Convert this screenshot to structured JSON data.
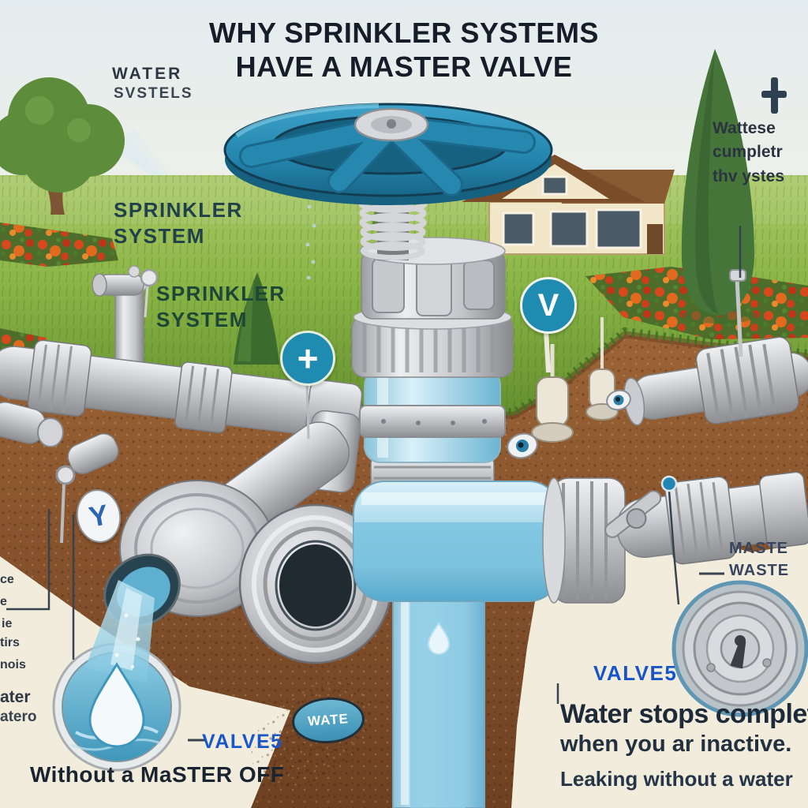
{
  "labels": {
    "title": {
      "line1": "WHY SPRINKLER SYSTEMS",
      "line2": "HAVE A MASTER VALVE"
    },
    "water_systems": {
      "line1": "WATER",
      "line2": "SVSTELS"
    },
    "sprinkler_system_upper": {
      "line1": "SPRINKLER",
      "line2": "SYSTEM"
    },
    "sprinkler_system_lower": {
      "line1": "SPRINKLER",
      "line2": "SYSTEM"
    },
    "right_top_note": {
      "line1": "Wattese",
      "line2": "cumpletr",
      "line3": "thv ystes"
    },
    "master_waste": {
      "line1": "MASTE",
      "line2": "WASTE"
    },
    "valves_right": "VALVE5",
    "valves_left": "VALVE5",
    "wate_badge": "WATE",
    "bottom_right_note": {
      "line1": "Water stops complet",
      "line2": "when you ar inactive.",
      "line3": "Leaking without a water"
    },
    "bottom_left_note": "Without a MaSTER OFF",
    "left_edge_fragments": [
      "ce",
      "e",
      "ie",
      "tirs",
      "nois"
    ],
    "bottom_left_fragments": [
      "ater",
      "atero"
    ]
  },
  "icons": {
    "plus_marker": "+",
    "valve_marker": "V",
    "y_badge": "Y",
    "cross_pin": "+",
    "water_drop": "water-drop-in-circle",
    "valve_cap": "round-valve-cap-gauge"
  },
  "colors": {
    "paper": "#f1ecdc",
    "handwheel_blue": "#2a8ab0",
    "marker_blue": "#1f8bb0",
    "valve_label_blue": "#1956ca",
    "dirt_brown": "#8a5733",
    "grass_green": "#84b143",
    "water_blue": "#7cc4de",
    "flower_orange": "#e2691e",
    "title_ink": "#151d29"
  }
}
